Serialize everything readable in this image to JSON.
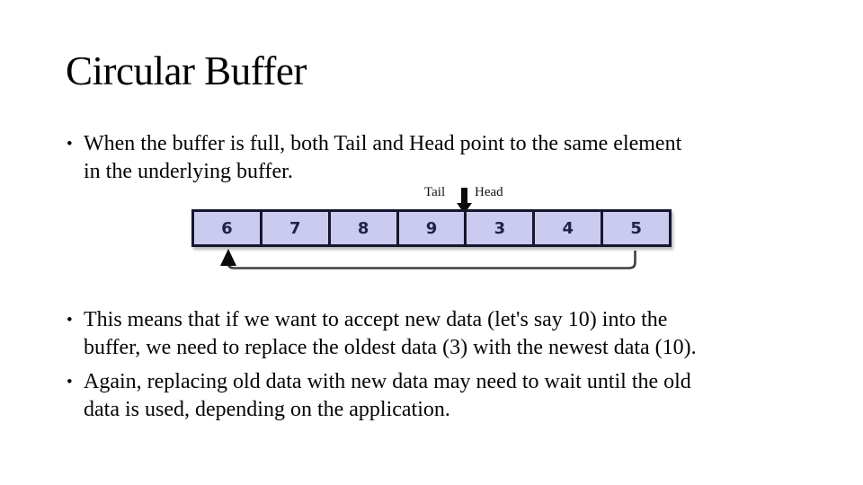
{
  "slide": {
    "title": "Circular Buffer",
    "bullet_char": "•",
    "bullets": [
      {
        "lines": [
          "When the buffer is full, both Tail and Head point to the same element",
          "in the underlying buffer."
        ]
      },
      {
        "lines": [
          "This means that if we want to accept new data (let's say 10) into the",
          "buffer, we need to replace the oldest data (3) with the newest data (10)."
        ]
      },
      {
        "lines": [
          "Again, replacing old data with new data may need to wait until the old",
          "data is used, depending on the application."
        ]
      }
    ]
  },
  "diagram": {
    "tail_label": "Tail",
    "head_label": "Head",
    "cells": [
      "6",
      "7",
      "8",
      "9",
      "3",
      "4",
      "5"
    ],
    "colors": {
      "cell_fill": "#cbcbf0",
      "cell_border": "#16162c",
      "digit": "#23234a",
      "arrow": "#3f3f3f",
      "pointer": "#0b0b0b"
    }
  }
}
